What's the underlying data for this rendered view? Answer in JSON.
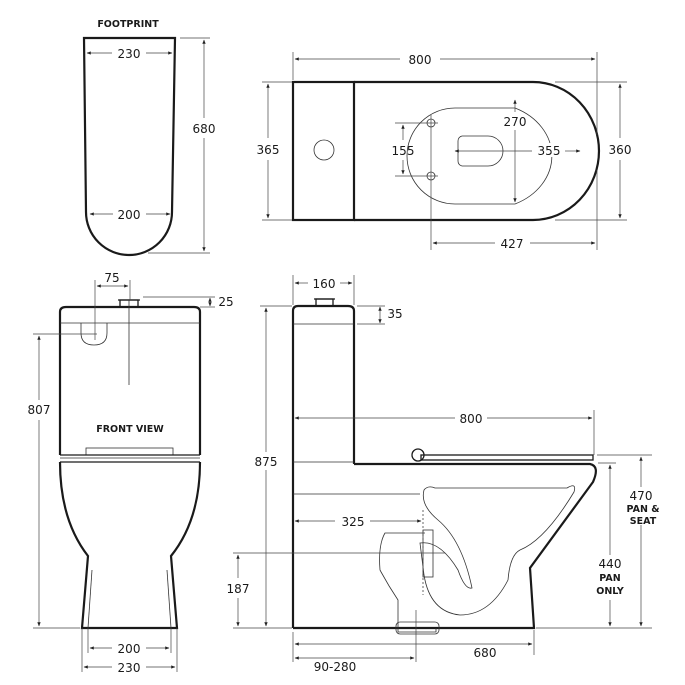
{
  "footprint": {
    "title": "FOOTPRINT",
    "width_top": "230",
    "width_bottom": "200",
    "length": "680"
  },
  "top_view": {
    "overall_length": "800",
    "tank_depth": "365",
    "bowl_width": "360",
    "seat_fixing_spacing": "155",
    "bowl_inner_width": "270",
    "bowl_inner_length": "355",
    "fixing_to_front": "427"
  },
  "front_view": {
    "title": "FRONT VIEW",
    "button_offset": "75",
    "button_height": "25",
    "inlet_height": "807",
    "base_inner_width": "200",
    "base_outer_width": "230"
  },
  "side_view": {
    "tank_depth": "160",
    "lid_thickness": "35",
    "overall_height": "875",
    "overall_length": "800",
    "outlet_to_wall": "325",
    "outlet_height": "187",
    "pan_base_length": "680",
    "set_out_range": "90-280",
    "pan_seat_height": "470",
    "pan_seat_label_1": "PAN &",
    "pan_seat_label_2": "SEAT",
    "pan_only_height": "440",
    "pan_only_label_1": "PAN",
    "pan_only_label_2": "ONLY"
  }
}
